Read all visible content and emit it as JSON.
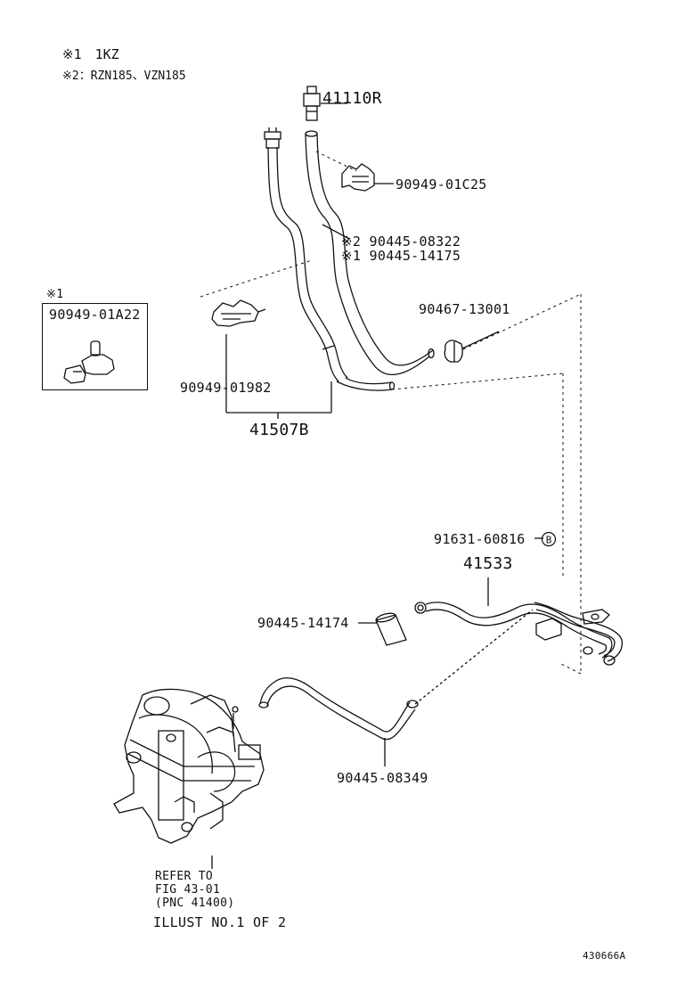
{
  "legend": {
    "note1": "※1　1KZ",
    "note2": "※2：RZN185、VZN185"
  },
  "parts": {
    "p41110R": "41110R",
    "p9094901C25": "90949-01C25",
    "p9044508322": "※2 90445-08322",
    "p9044514175": "※1 90445-14175",
    "p9094901A22_marker": "※1",
    "p9094901A22": "90949-01A22",
    "p9046713001": "90467-13001",
    "p9094901982": "90949-01982",
    "p41507B": "41507B",
    "p9163160816": "91631-60816",
    "p9163160816_mark": "B",
    "p41533": "41533",
    "p9044514174": "90445-14174",
    "p9044508349": "90445-08349"
  },
  "refer": {
    "line1": "REFER TO",
    "line2": "FIG 43-01",
    "line3": "(PNC 41400)"
  },
  "illust": "ILLUST NO.1 OF 2",
  "code": "430666A"
}
